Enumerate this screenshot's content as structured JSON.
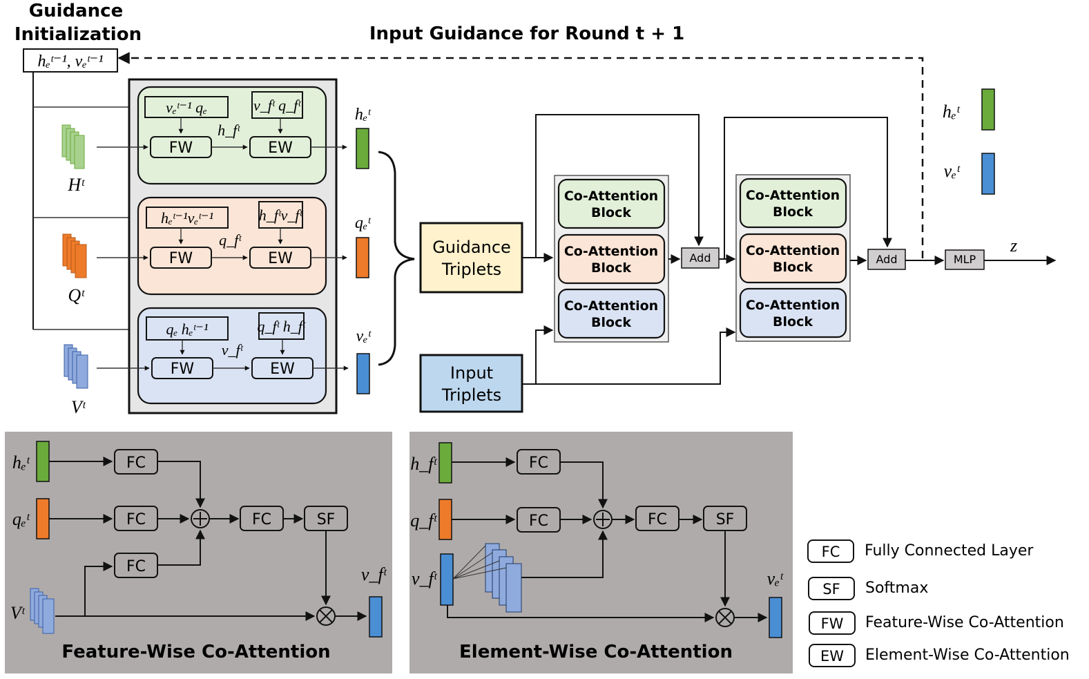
{
  "header": {
    "init_title_line1": "Guidance",
    "init_title_line2": "Initialization",
    "init_box_text": "hₑᵗ⁻¹, vₑᵗ⁻¹",
    "round_title": "Input Guidance for Round t + 1"
  },
  "inputs": {
    "h": "Hᵗ",
    "q": "Qᵗ",
    "v": "Vᵗ"
  },
  "modules": [
    {
      "guide_left": "vₑᵗ⁻¹ qₑ",
      "guide_right": "v_fᵗ q_fᵗ",
      "fw": "FW",
      "ew": "EW",
      "mid": "h_fᵗ",
      "out": "hₑᵗ"
    },
    {
      "guide_left": "hₑᵗ⁻¹vₑᵗ⁻¹",
      "guide_right": "h_fᵗv_fᵗ",
      "fw": "FW",
      "ew": "EW",
      "mid": "q_fᵗ",
      "out": "qₑᵗ"
    },
    {
      "guide_left": "qₑ hₑᵗ⁻¹",
      "guide_right": "q_fᵗ h_fᵗ",
      "fw": "FW",
      "ew": "EW",
      "mid": "v_fᵗ",
      "out": "vₑᵗ"
    }
  ],
  "triplets": {
    "guidance_line1": "Guidance",
    "guidance_line2": "Triplets",
    "input_line1": "Input",
    "input_line2": "Triplets"
  },
  "coattention": {
    "line1": "Co-Attention",
    "line2": "Block"
  },
  "ops": {
    "add": "Add",
    "mlp": "MLP",
    "z": "z"
  },
  "legend_right": {
    "h": "hₑᵗ",
    "v": "vₑᵗ"
  },
  "panel_fw": {
    "title": "Feature-Wise Co-Attention",
    "in1": "hₑᵗ",
    "in2": "qₑᵗ",
    "in3": "Vᵗ",
    "fc": "FC",
    "sf": "SF",
    "out": "v_fᵗ"
  },
  "panel_ew": {
    "title": "Element-Wise Co-Attention",
    "in1": "h_fᵗ",
    "in2": "q_fᵗ",
    "in3": "v_fᵗ",
    "fc": "FC",
    "sf": "SF",
    "out": "vₑᵗ"
  },
  "legend": [
    {
      "abbr": "FC",
      "desc": "Fully Connected Layer"
    },
    {
      "abbr": "SF",
      "desc": "Softmax"
    },
    {
      "abbr": "FW",
      "desc": "Feature-Wise Co-Attention"
    },
    {
      "abbr": "EW",
      "desc": "Element-Wise Co-Attention"
    }
  ],
  "colors": {
    "green": "#6aab3c",
    "orange": "#ee7b2a",
    "blue": "#4a8ed4",
    "green_light": "#e2f0d9",
    "orange_light": "#fbe5d6",
    "blue_light": "#dae3f3",
    "yellow_light": "#fff2cc",
    "blue_box": "#bdd7ee",
    "gray_panel": "#afabab"
  }
}
